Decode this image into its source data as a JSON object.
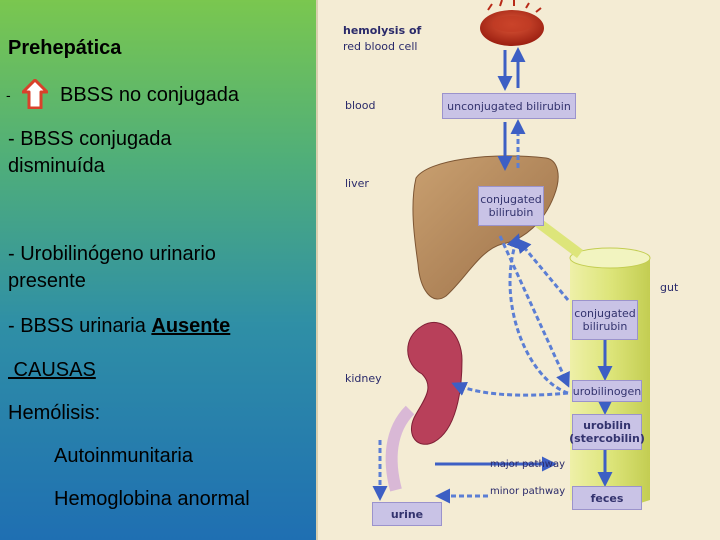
{
  "left": {
    "title": "Prehepática",
    "dash1": "-",
    "item1": "BBSS no conjugada",
    "item2a": "- BBSS conjugada",
    "item2b": "disminuída",
    "item3a": "-  Urobilinógeno urinario",
    "item3b": "presente",
    "item4_prefix": "-  BBSS urinaria ",
    "item4_emph": "Ausente",
    "causes_title": " CAUSAS",
    "cause_head": "Hemólisis:",
    "cause1": "Autoinmunitaria",
    "cause2": "Hemoglobina anormal",
    "arrow_icon": "up-arrow-icon",
    "arrow_color": "#d9412b"
  },
  "diagram": {
    "labels": {
      "hemolysis_1": "hemolysis of",
      "hemolysis_2": "red blood cell",
      "blood": "blood",
      "liver": "liver",
      "gut": "gut",
      "kidney": "kidney",
      "major": "major pathway",
      "minor": "minor pathway"
    },
    "boxes": {
      "unconjugated": "unconjugated bilirubin",
      "conj_liver_1": "conjugated",
      "conj_liver_2": "bilirubin",
      "conj_gut_1": "conjugated",
      "conj_gut_2": "bilirubin",
      "urobilinogen": "urobilinogen",
      "urobilin_1": "urobilin",
      "urobilin_2": "(stercobilin)",
      "feces": "feces",
      "urine": "urine"
    },
    "colors": {
      "arrow": "#3d5fc4",
      "liver": "#b58b5e",
      "gut": "#dde57a",
      "kidney": "#b8405a",
      "box": "#c9c3e6"
    }
  }
}
